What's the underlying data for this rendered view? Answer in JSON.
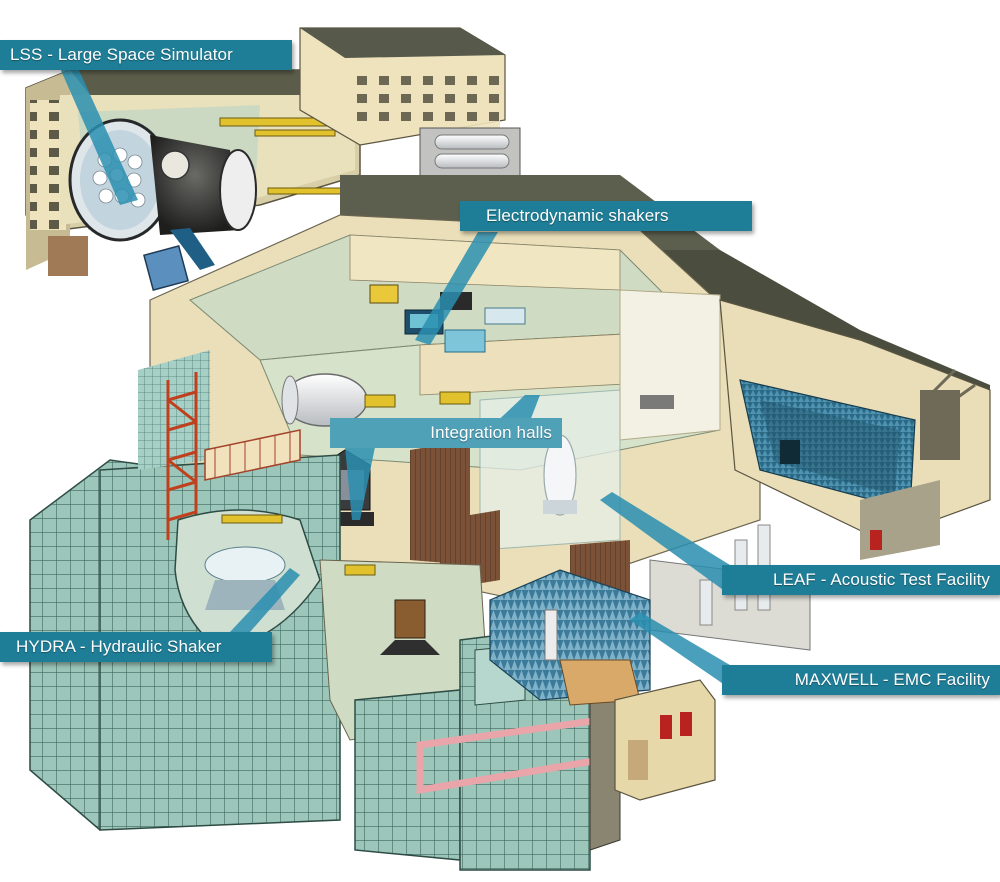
{
  "diagram": {
    "callouts": [
      {
        "id": "lss",
        "label": "LSS - Large Space Simulator"
      },
      {
        "id": "shakers",
        "label": "Electrodynamic shakers"
      },
      {
        "id": "integration",
        "label": "Integration halls"
      },
      {
        "id": "leaf",
        "label": "LEAF - Acoustic Test Facility"
      },
      {
        "id": "hydra",
        "label": "HYDRA - Hydraulic Shaker"
      },
      {
        "id": "maxwell",
        "label": "MAXWELL - EMC Facility"
      }
    ],
    "colors": {
      "callout_bg": "#1f7e97",
      "callout_bg_light": "#4fa1b8",
      "leader": "#2a8fb0",
      "wall_cream": "#f1e7c4",
      "floor_green": "#cddcbf",
      "glass_teal": "#8fbfb4",
      "roof_dark": "#4c5140",
      "brown_panel": "#6b4a33",
      "anechoic_blue": "#2f6f8c"
    }
  }
}
